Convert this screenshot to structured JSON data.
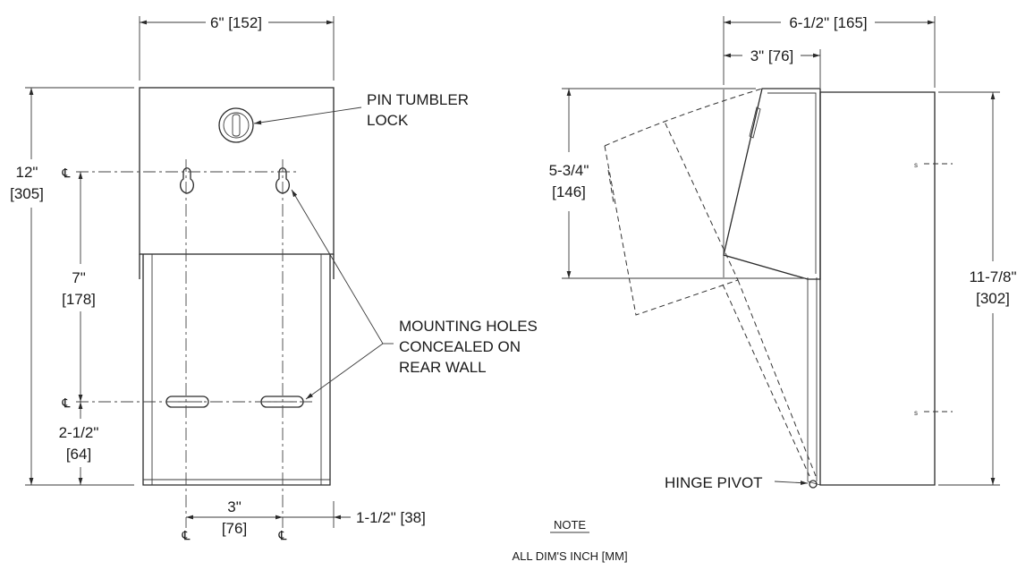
{
  "front_view": {
    "dim_width": "6\" [152]",
    "dim_height": "12\"",
    "dim_height_mm": "[305]",
    "dim_holes_vertical": "7\"",
    "dim_holes_vertical_mm": "[178]",
    "dim_bottom": "2-1/2\"",
    "dim_bottom_mm": "[64]",
    "dim_hole_spacing": "3\"",
    "dim_hole_spacing_mm": "[76]",
    "dim_side_offset": "1-1/2\" [38]",
    "centerline_symbol": "℄",
    "label_lock_line1": "PIN TUMBLER",
    "label_lock_line2": "LOCK",
    "label_holes_line1": "MOUNTING HOLES",
    "label_holes_line2": "CONCEALED ON",
    "label_holes_line3": "REAR WALL"
  },
  "side_view": {
    "dim_depth": "6-1/2\" [165]",
    "dim_depth_partial": "3\" [76]",
    "dim_upper": "5-3/4\"",
    "dim_upper_mm": "[146]",
    "dim_overall": "11-7/8\"",
    "dim_overall_mm": "[302]",
    "label_hinge": "HINGE PIVOT",
    "small_mark": "s"
  },
  "note": {
    "title": "NOTE",
    "text": "ALL DIM'S INCH [MM]"
  }
}
